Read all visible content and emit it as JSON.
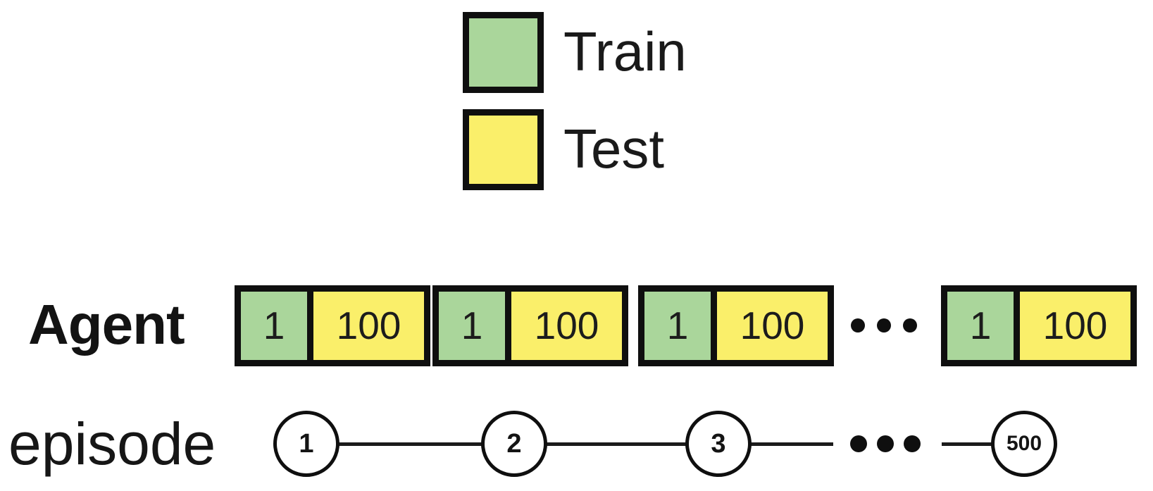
{
  "legend": {
    "train_label": "Train",
    "test_label": "Test"
  },
  "agent_row": {
    "label": "Agent",
    "pairs": [
      {
        "train_value": "1",
        "test_value": "100"
      },
      {
        "train_value": "1",
        "test_value": "100"
      },
      {
        "train_value": "1",
        "test_value": "100"
      },
      {
        "train_value": "1",
        "test_value": "100"
      }
    ]
  },
  "episode_row": {
    "label": "episode",
    "node_values": [
      "1",
      "2",
      "3"
    ],
    "last_node_value": "500"
  },
  "colors": {
    "train_fill": "#aad69b",
    "test_fill": "#faef6a",
    "outline": "#0f0f0f"
  }
}
